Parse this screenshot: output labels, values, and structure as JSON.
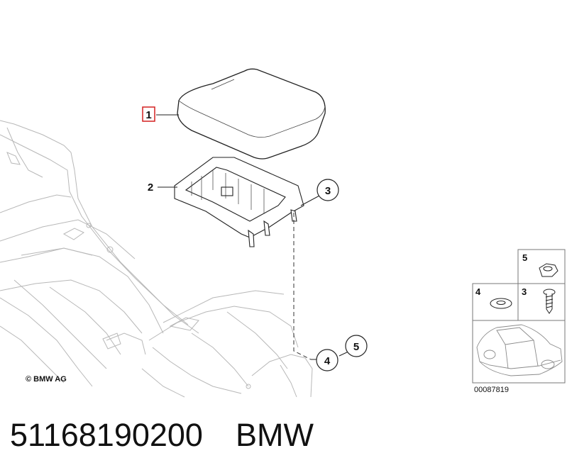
{
  "diagram": {
    "callouts": [
      "1",
      "2",
      "3",
      "4",
      "5"
    ],
    "copyright": "© BMW AG",
    "drawing_number": "00087819",
    "legend": [
      {
        "label": "5",
        "icon": "hex-nut-icon"
      },
      {
        "label": "4",
        "icon": "washer-icon"
      },
      {
        "label": "3",
        "icon": "screw-icon"
      }
    ],
    "highlight_color": "#d42020"
  },
  "footer": {
    "part_number": "51168190200",
    "brand": "BMW"
  }
}
